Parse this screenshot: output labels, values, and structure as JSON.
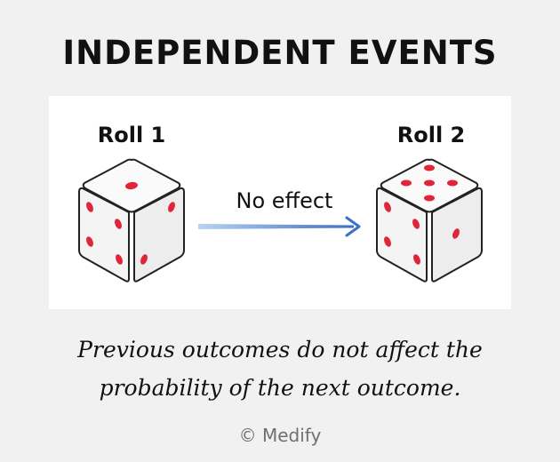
{
  "title": "INDEPENDENT EVENTS",
  "rolls": [
    {
      "label": "Roll 1"
    },
    {
      "label": "Roll 2"
    }
  ],
  "arrow_label": "No effect",
  "caption": {
    "line1": "Previous outcomes do not affect the",
    "line2": "probability of the next outcome."
  },
  "credit": "© Medify",
  "colors": {
    "background": "#f1f1f1",
    "panel": "#ffffff",
    "pip": "#e0243a",
    "arrow": "#3d6fc4"
  }
}
